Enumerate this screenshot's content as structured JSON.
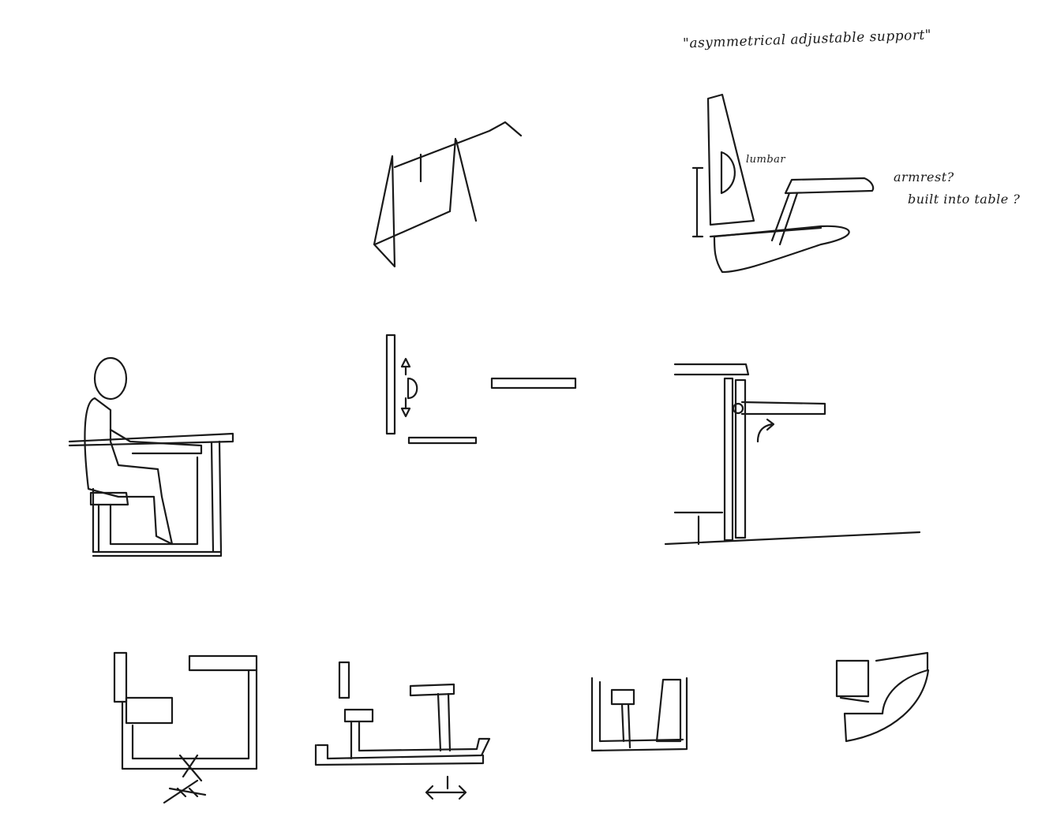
{
  "annotations": {
    "title": "\"asymmetrical adjustable support\"",
    "lumbar": "lumbar",
    "armrest": "armrest?",
    "built_into_table": "built into table ?"
  },
  "colors": {
    "ink": "#1a1a1a",
    "paper": "#ffffff"
  }
}
